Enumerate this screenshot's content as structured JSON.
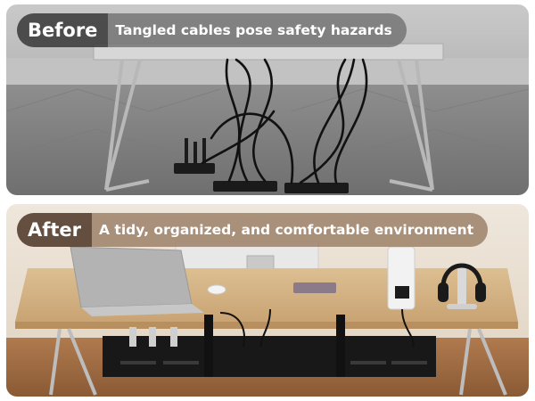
{
  "before": {
    "tag": "Before",
    "caption": "Tangled cables pose safety hazards"
  },
  "after": {
    "tag": "After",
    "caption": "A tidy, organized, and comfortable environment"
  },
  "colors": {
    "before_bg": "#9a9a9a",
    "after_wood": "#d9b98a",
    "tray": "#1a1a1a"
  }
}
